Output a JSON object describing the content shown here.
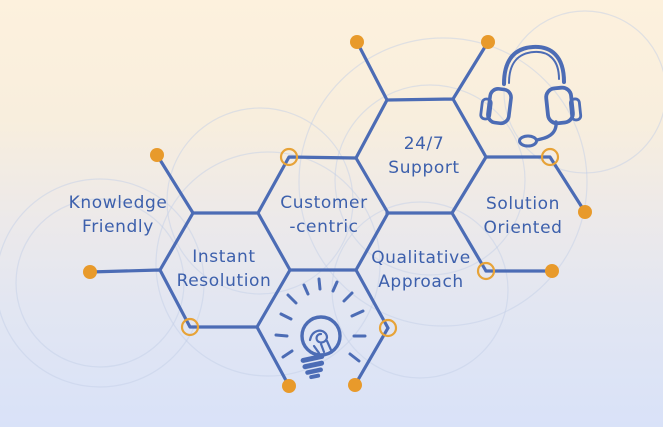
{
  "diagram": {
    "labels": [
      {
        "id": "knowledge-friendly",
        "line1": "Knowledge",
        "line2": "Friendly"
      },
      {
        "id": "instant-resolution",
        "line1": "Instant",
        "line2": "Resolution"
      },
      {
        "id": "customer-centric",
        "line1": "Customer",
        "line2": "-centric"
      },
      {
        "id": "support-24-7",
        "line1": "24/7",
        "line2": "Support"
      },
      {
        "id": "qualitative-approach",
        "line1": "Qualitative",
        "line2": "Approach"
      },
      {
        "id": "solution-oriented",
        "line1": "Solution",
        "line2": "Oriented"
      }
    ],
    "icons": [
      {
        "name": "headset-icon"
      },
      {
        "name": "lightbulb-icon"
      }
    ],
    "colors": {
      "line": "#4c6cb5",
      "text": "#3d60ac",
      "dot_fill": "#e89a2b",
      "dot_ring": "#e7a338",
      "bg_top": "#fdf1dd",
      "bg_bottom": "#d9e2f8",
      "faint_circle": "#c3d0e8"
    }
  }
}
